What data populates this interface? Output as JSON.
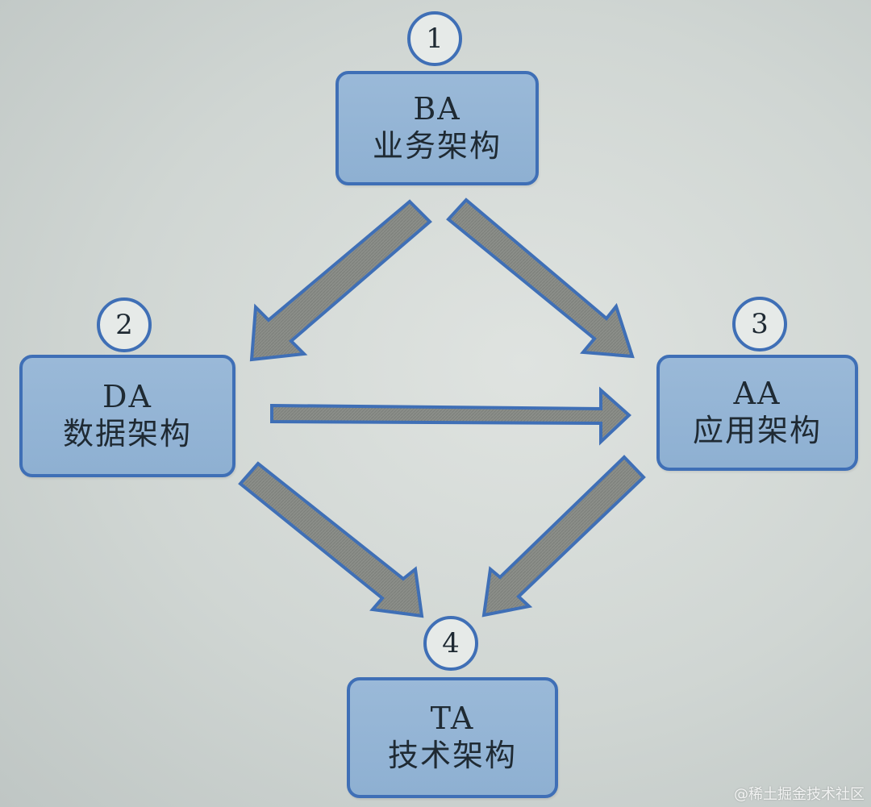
{
  "diagram": {
    "nodes": [
      {
        "id": "ba",
        "number": "1",
        "abbr": "BA",
        "name": "业务架构"
      },
      {
        "id": "da",
        "number": "2",
        "abbr": "DA",
        "name": "数据架构"
      },
      {
        "id": "aa",
        "number": "3",
        "abbr": "AA",
        "name": "应用架构"
      },
      {
        "id": "ta",
        "number": "4",
        "abbr": "TA",
        "name": "技术架构"
      }
    ],
    "edges": [
      {
        "from": "BA",
        "to": "DA"
      },
      {
        "from": "BA",
        "to": "AA"
      },
      {
        "from": "DA",
        "to": "AA"
      },
      {
        "from": "DA",
        "to": "TA"
      },
      {
        "from": "AA",
        "to": "TA"
      }
    ]
  },
  "colors": {
    "box_fill": "#93b4d5",
    "box_border": "#3f6fb6",
    "arrow_fill": "#8a8d88",
    "arrow_border": "#3f6fb6"
  },
  "watermark": "@稀土掘金技术社区"
}
